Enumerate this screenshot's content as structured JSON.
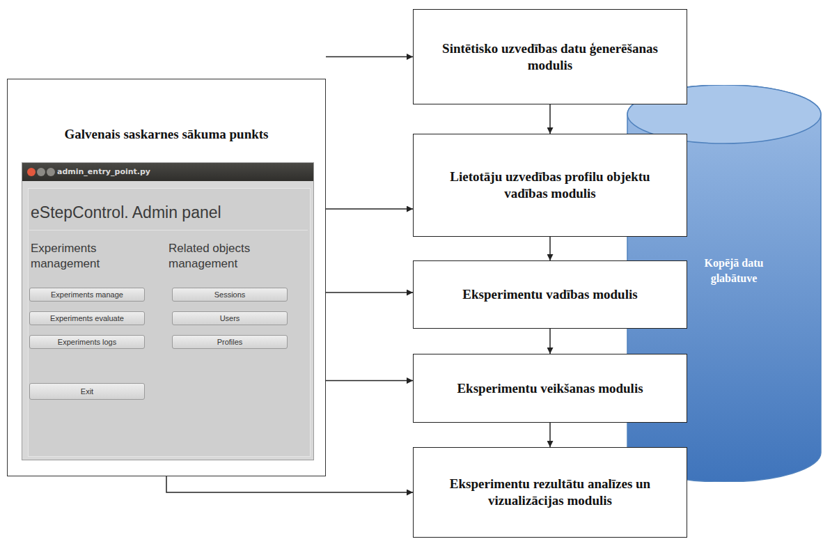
{
  "diagram": {
    "nodes": [
      {
        "text": [
          "Galvenais saskarnes sākuma punkts"
        ]
      },
      {
        "text": [
          "admin_entry_point.py",
          "eStepControl. Admin panel",
          "Experiments management",
          "Related objects management"
        ],
        "in": 0
      },
      {
        "text": [
          "Experiments manage"
        ],
        "in": 1
      },
      {
        "text": [
          "Experiments evaluate"
        ],
        "in": 1
      },
      {
        "text": [
          "Experiments logs"
        ],
        "in": 1
      },
      {
        "text": [
          "Exit"
        ],
        "in": 1
      },
      {
        "text": [
          "Sessions"
        ],
        "in": 1
      },
      {
        "text": [
          "Users"
        ],
        "in": 1
      },
      {
        "text": [
          "Profiles"
        ],
        "in": 1
      },
      {
        "text": [
          "Sintētisko uzvedības datu ģenerēšanas modulis"
        ]
      },
      {
        "text": [
          "Lietotāju uzvedības profilu objektu vadības modulis"
        ]
      },
      {
        "text": [
          "Eksperimentu vadības modulis"
        ]
      },
      {
        "text": [
          "Eksperimentu veikšanas modulis"
        ]
      },
      {
        "text": [
          "Eksperimentu rezultātu analīzes un vizualizācijas modulis"
        ]
      },
      {
        "text": [
          "Kopējā datu glabātuve"
        ]
      }
    ],
    "edges": [
      {
        "from": 0,
        "to": 9,
        "arrow": "to"
      },
      {
        "from": 0,
        "to": 10,
        "arrow": "to"
      },
      {
        "from": 0,
        "to": 11,
        "arrow": "to"
      },
      {
        "from": 0,
        "to": 12,
        "arrow": "to"
      },
      {
        "from": 0,
        "to": 13,
        "arrow": "to"
      },
      {
        "from": 9,
        "to": 10,
        "arrow": "to"
      },
      {
        "from": 10,
        "to": 11,
        "arrow": "to"
      },
      {
        "from": 11,
        "to": 12,
        "arrow": "to"
      },
      {
        "from": 12,
        "to": 13,
        "arrow": "to"
      }
    ]
  }
}
